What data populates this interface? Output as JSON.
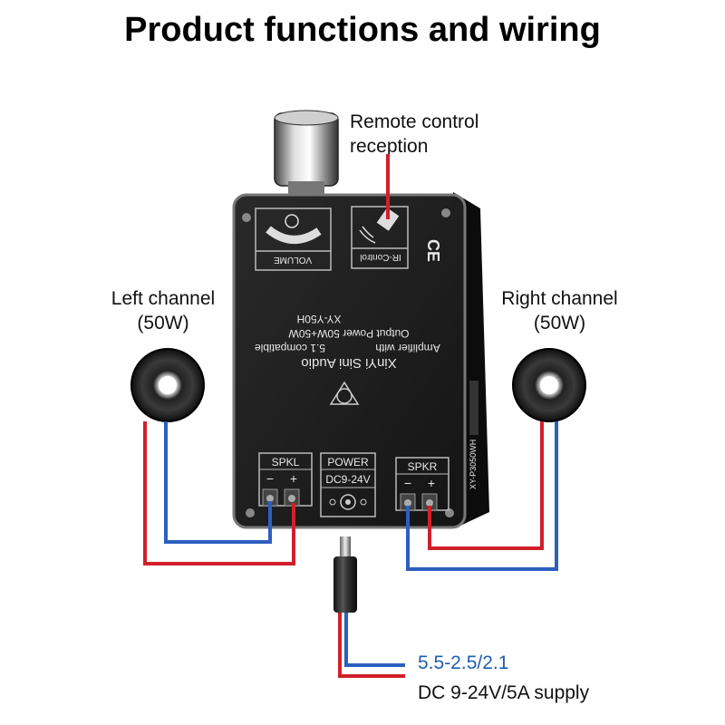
{
  "title": "Product functions and wiring",
  "labels": {
    "remote_line1": "Remote control",
    "remote_line2": "reception",
    "left_line1": "Left channel",
    "left_line2": "(50W)",
    "right_line1": "Right channel",
    "right_line2": "(50W)",
    "plug_spec": "5.5-2.5/2.1",
    "supply": "DC 9-24V/5A supply"
  },
  "board": {
    "volume_label": "VOLUME",
    "ir_label": "IR-Control",
    "ce_mark": "CE",
    "brand": "XinYi Sini Audio",
    "line1": "Amplifier with",
    "line2": "5.1 compatible",
    "line3": "Output Power 50W+50W",
    "model": "XY-Y50H",
    "side_model": "XY-P3050WH",
    "spkl_label": "SPKL",
    "power_label": "POWER",
    "power_spec": "DC9-24V",
    "spkr_label": "SPKR",
    "minus": "−",
    "plus": "+"
  },
  "colors": {
    "wire_red": "#d0202a",
    "wire_blue": "#2c5fc0",
    "board": "#1c1c1c",
    "plug_text": "#1f5fb0"
  }
}
